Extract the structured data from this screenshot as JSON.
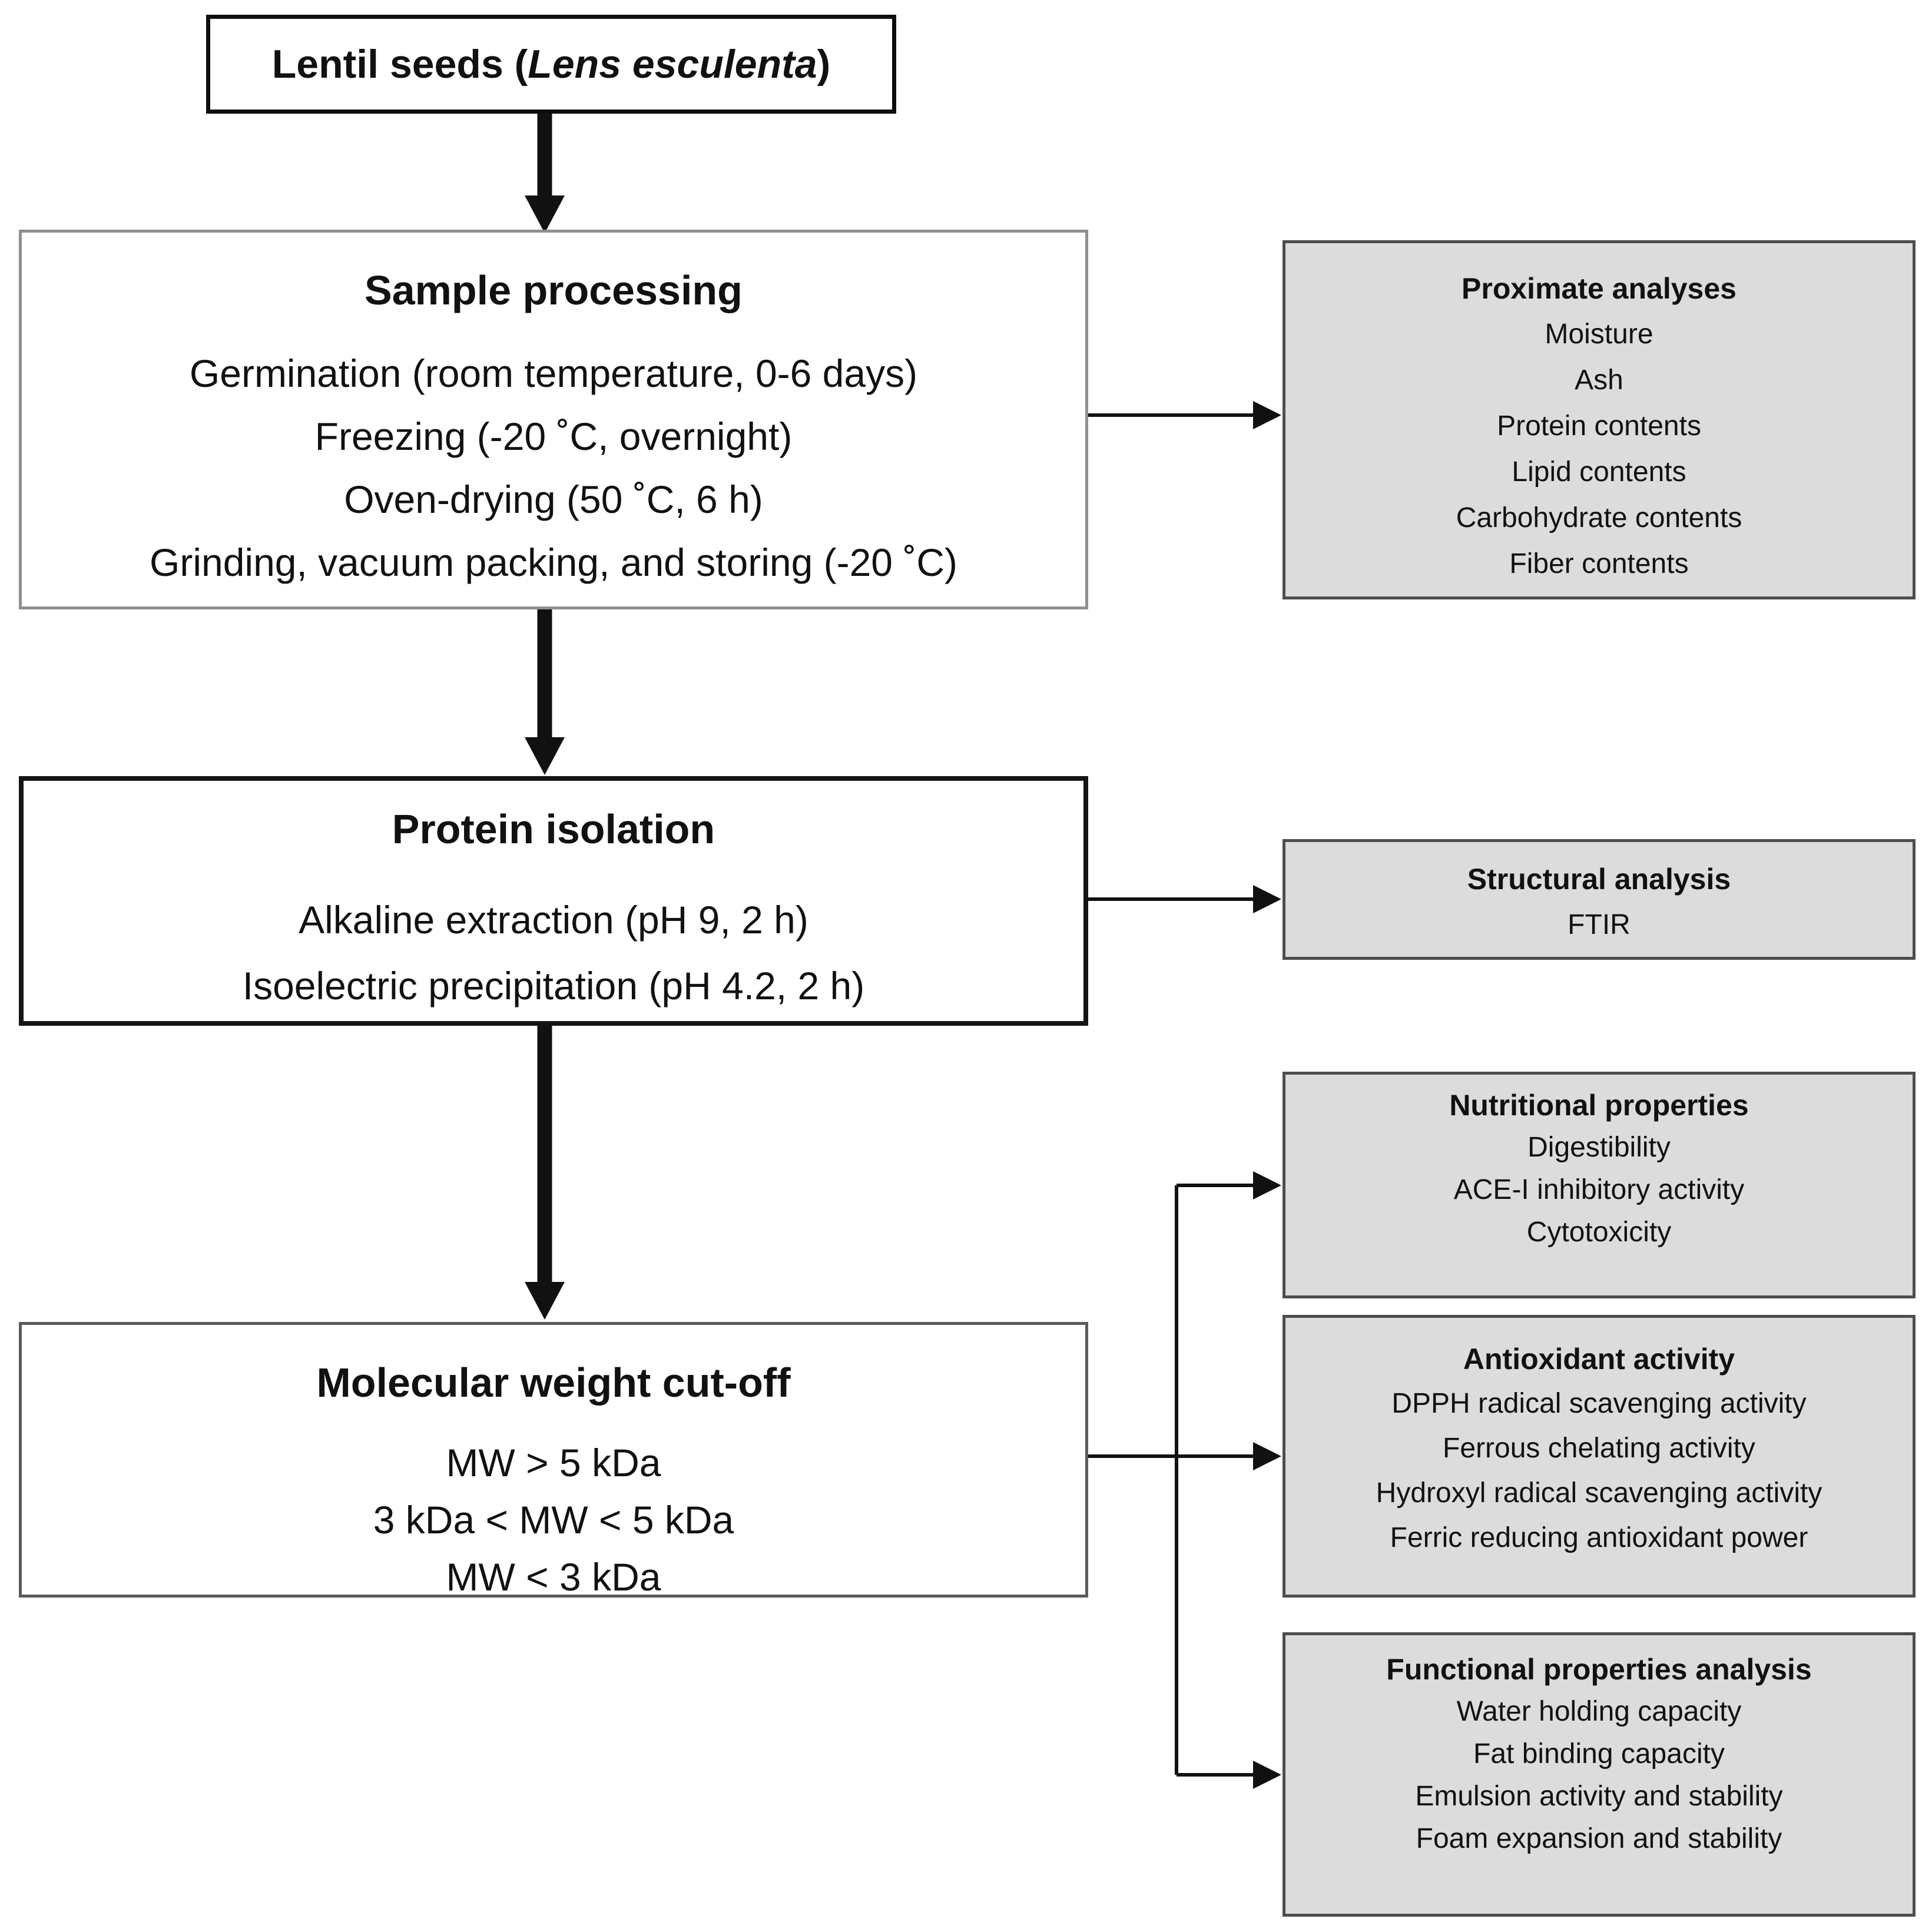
{
  "figure": {
    "type": "flowchart"
  },
  "colors": {
    "background": "#ffffff",
    "white_box_fill": "#ffffff",
    "gray_box_fill": "#dcdcdc",
    "gray_box_border": "#4d4d4d",
    "dark_border": "#0d0d0d",
    "light_border": "#8f8f8f",
    "arrow": "#111111",
    "text": "#111111"
  },
  "nodes": {
    "lentil_seeds": {
      "text_prefix": "Lentil seeds (",
      "species": "Lens esculenta",
      "text_suffix": ")"
    },
    "sample_processing": {
      "title": "Sample processing",
      "steps": [
        "Germination (room temperature, 0-6 days)",
        "Freezing (-20 ˚C, overnight)",
        "Oven-drying (50 ˚C, 6 h)",
        "Grinding, vacuum packing, and storing (-20 ˚C)"
      ]
    },
    "protein_isolation": {
      "title": "Protein isolation",
      "steps": [
        "Alkaline extraction (pH 9, 2 h)",
        "Isoelectric precipitation (pH 4.2, 2 h)"
      ]
    },
    "molecular_weight_cutoff": {
      "title": "Molecular weight cut-off",
      "steps": [
        "MW > 5 kDa",
        "3 kDa < MW < 5 kDa",
        "MW < 3 kDa"
      ]
    },
    "proximate_analyses": {
      "title": "Proximate analyses",
      "items": [
        "Moisture",
        "Ash",
        "Protein contents",
        "Lipid contents",
        "Carbohydrate contents",
        "Fiber contents"
      ]
    },
    "structural_analysis": {
      "title": "Structural analysis",
      "items": [
        "FTIR"
      ]
    },
    "nutritional_properties": {
      "title": "Nutritional properties",
      "items": [
        "Digestibility",
        "ACE-I inhibitory activity",
        "Cytotoxicity"
      ]
    },
    "antioxidant_activity": {
      "title": "Antioxidant activity",
      "items": [
        "DPPH radical scavenging activity",
        "Ferrous chelating activity",
        "Hydroxyl radical scavenging activity",
        "Ferric reducing antioxidant power"
      ]
    },
    "functional_properties": {
      "title": "Functional properties analysis",
      "items": [
        "Water holding capacity",
        "Fat binding capacity",
        "Emulsion activity and stability",
        "Foam expansion and stability"
      ]
    }
  }
}
